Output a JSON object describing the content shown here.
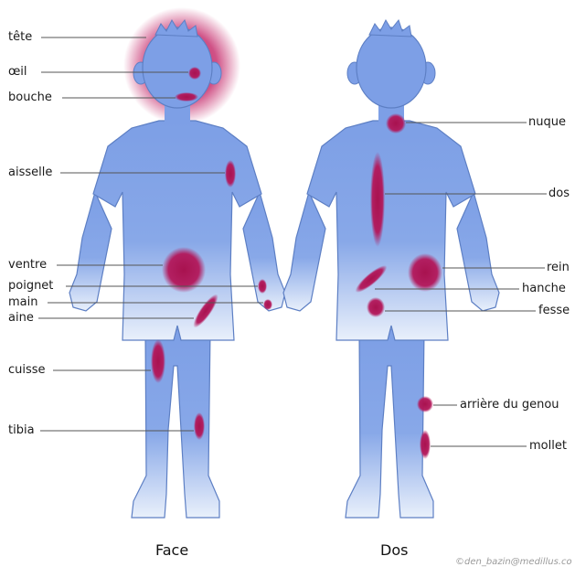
{
  "colors": {
    "body_top": "#7d9fe6",
    "body_bottom": "#e9f0fb",
    "body_stroke": "#5d7fc4",
    "spot": "#b3175a",
    "halo": "#c0185e",
    "leader": "#555555"
  },
  "captions": {
    "front": "Face",
    "back": "Dos"
  },
  "credit": "©den_bazin@medillus.co",
  "front_labels": {
    "tete": "tête",
    "oeil": "œil",
    "bouche": "bouche",
    "aisselle": "aisselle",
    "ventre": "ventre",
    "poignet": "poignet",
    "main": "main",
    "aine": "aine",
    "cuisse": "cuisse",
    "tibia": "tibia"
  },
  "back_labels": {
    "nuque": "nuque",
    "dos": "dos",
    "rein": "rein",
    "hanche": "hanche",
    "fesse": "fesse",
    "arriere_genou": "arrière du genou",
    "mollet": "mollet"
  }
}
